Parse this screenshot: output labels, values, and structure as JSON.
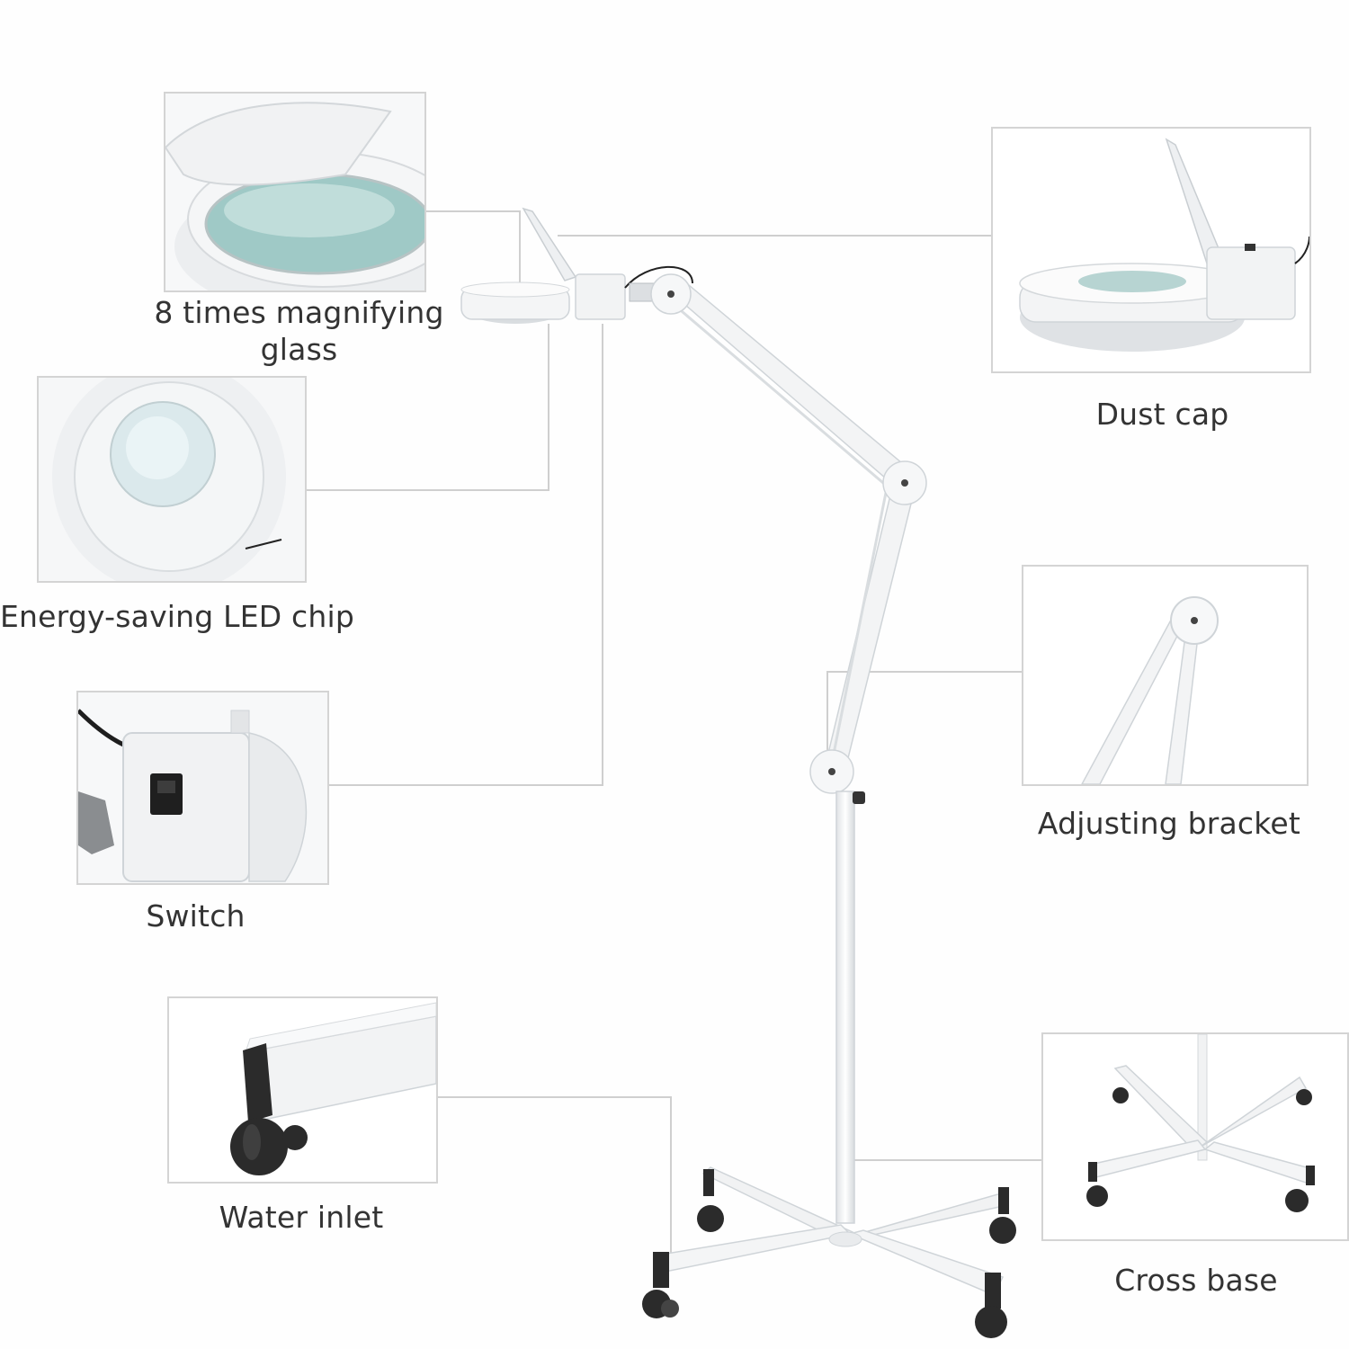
{
  "callouts": {
    "magnifier": {
      "label": "8 times magnifying glass"
    },
    "dust_cap": {
      "label": "Dust cap"
    },
    "led_chip": {
      "label": "Energy-saving LED chip"
    },
    "bracket": {
      "label": "Adjusting bracket"
    },
    "switch": {
      "label": "Switch"
    },
    "water_inlet": {
      "label": "Water inlet"
    },
    "cross_base": {
      "label": "Cross base"
    }
  },
  "colors": {
    "background": "#fefefe",
    "leader_line": "#cfcfcf",
    "panel_border": "#d4d4d4",
    "text": "#333333",
    "product_white": "#f4f5f6",
    "product_shadow": "#d9dde0",
    "lens_tint": "#9fc9c6",
    "caster": "#2b2b2b"
  }
}
